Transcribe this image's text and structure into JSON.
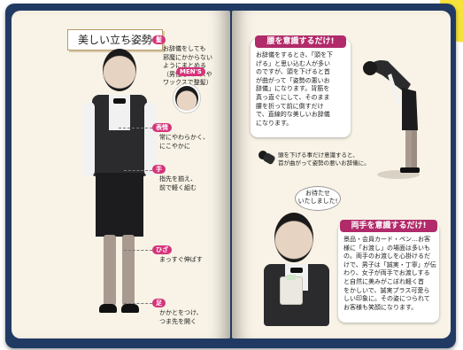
{
  "book": {
    "left_page": {
      "title": "美しい立ち姿勢",
      "annotations": [
        {
          "tag": "髪",
          "text_lines": [
            "お辞儀をしても",
            "邪魔にかからない",
            "ようにまとめる",
            "（男性もムースや",
            "ワックスで整髪）"
          ]
        },
        {
          "tag": "MEN'S"
        },
        {
          "tag": "表情",
          "text_lines": [
            "常にやわらかく、",
            "にこやかに"
          ]
        },
        {
          "tag": "手",
          "text_lines": [
            "指先を揃え、",
            "前で軽く組む"
          ]
        },
        {
          "tag": "ひざ",
          "text_lines": [
            "まっすぐ伸ばす"
          ]
        },
        {
          "tag": "足",
          "text_lines": [
            "かかとをつけ、",
            "つま先を開く"
          ]
        }
      ]
    },
    "right_page": {
      "top_panel": {
        "title": "腰を意識するだけ!",
        "text_lines": [
          "お辞儀をするとき、「頭を下",
          "げる」と思い込む人が多い",
          "のですが、頭を下げると首",
          "が曲がって「姿勢の悪いお",
          "辞儀」になります。背筋を",
          "真っ直ぐにして、そのまま",
          "腰を折って前に倒すだけ",
          "で、直線的な美しいお辞儀",
          "になります。"
        ]
      },
      "bad_note": {
        "lines": [
          "頭を下げる事だけ意識すると、",
          "首が曲がって姿勢の悪いお辞儀に。"
        ]
      },
      "bubble": {
        "lines": [
          "お待たせ",
          "いたしました!"
        ]
      },
      "bottom_panel": {
        "title": "両手を意識するだけ!",
        "text_lines": [
          "景品・会員カード・ペン…お客",
          "様に「お渡し」の場面は多いも",
          "の。両手のお渡しを心掛けるだ",
          "けで、男子は「誠実・丁寧」が伝",
          "わり、女子が両手でお渡しする",
          "と自然に美みがこぼれ軽く首",
          "をかしいで、誠実プラス可愛ら",
          "しい印象に。その姿につられて",
          "お客様も笑顔になります。"
        ]
      }
    }
  },
  "colors": {
    "accent": "#d5337a",
    "panel_title": "#b12a6a",
    "cover": "#213a63",
    "paper": "#f8f3e6",
    "tab": "#f5e23a"
  }
}
